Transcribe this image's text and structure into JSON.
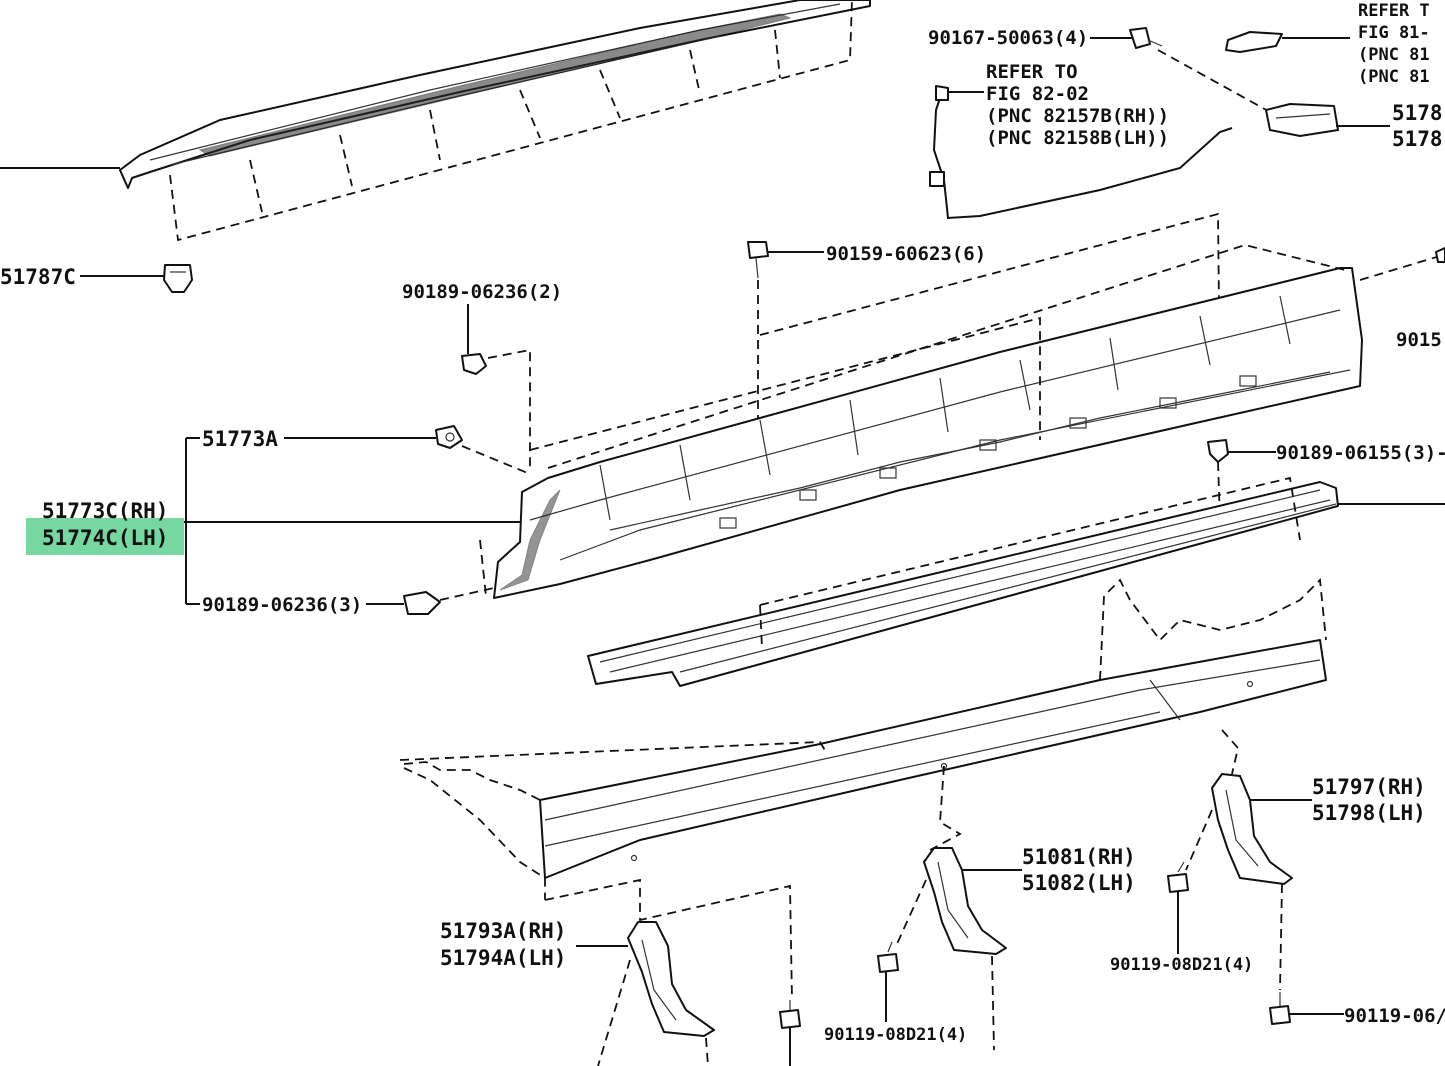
{
  "labels": {
    "ref_top_right": [
      "REFER T",
      "FIG 81-",
      "(PNC 81",
      "(PNC 81"
    ],
    "p_51787C": "51787C",
    "p_90167": "90167-50063(4)",
    "ref_fig82": [
      "REFER TO",
      "FIG 82-02",
      "(PNC 82157B(RH))",
      "(PNC 82158B(LH))"
    ],
    "p_5178_a": "5178",
    "p_5178_b": "5178",
    "p_90159": "90159-60623(6)",
    "p_90189_2": "90189-06236(2)",
    "p_9015": "9015",
    "p_51773A": "51773A",
    "p_90189_06155": "90189-06155(3)-",
    "p_51773C": "51773C(RH)",
    "p_51774C": "51774C(LH)",
    "p_90189_3": "90189-06236(3)",
    "p_51797": "51797(RH)",
    "p_51798": "51798(LH)",
    "p_51081": "51081(RH)",
    "p_51082": "51082(LH)",
    "p_51793A": "51793A(RH)",
    "p_51794A": "51794A(LH)",
    "p_90119_a": "90119-08D21(4)",
    "p_90119_b": "90119-08D21(4)",
    "p_90119_c": "90119-06/"
  },
  "highlight_color": "#5fd090"
}
